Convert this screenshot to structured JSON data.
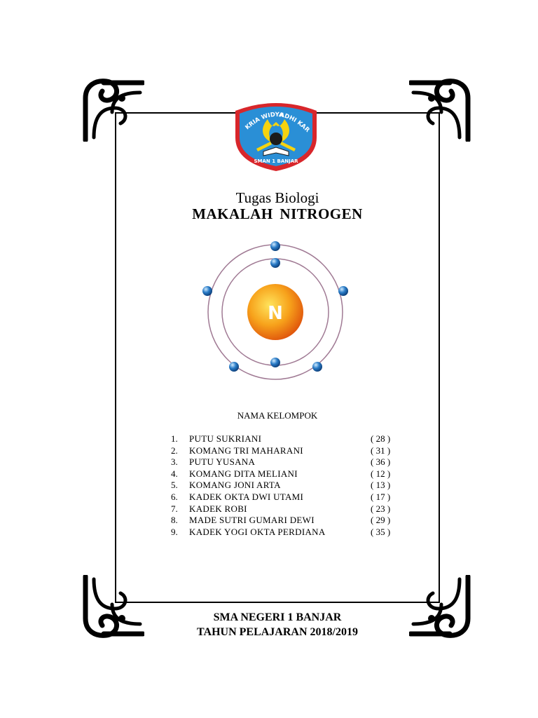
{
  "logo": {
    "motto_left": "KRIA WIDYA",
    "motto_right": "ADHI KARMITA",
    "school_label": "SMAN 1 BANJAR"
  },
  "cover": {
    "subject": "Tugas Biologi",
    "title": "MAKALAH  NITROGEN"
  },
  "atom": {
    "symbol": "N",
    "nucleus_color": "#f7a21b",
    "electron_color": "#2a7cc7"
  },
  "group": {
    "heading": "NAMA KELOMPOK",
    "members": [
      {
        "num": "1.",
        "name": "PUTU SUKRIANI",
        "absen": "( 28 )"
      },
      {
        "num": "2.",
        "name": "KOMANG TRI MAHARANI",
        "absen": "( 31 )"
      },
      {
        "num": "3.",
        "name": "PUTU YUSANA",
        "absen": "( 36 )"
      },
      {
        "num": "4.",
        "name": "KOMANG DITA MELIANI",
        "absen": "( 12 )"
      },
      {
        "num": "5.",
        "name": "KOMANG JONI ARTA",
        "absen": "( 13 )"
      },
      {
        "num": "6.",
        "name": "KADEK OKTA DWI UTAMI",
        "absen": "( 17 )"
      },
      {
        "num": "7.",
        "name": "KADEK ROBI",
        "absen": "( 23 )"
      },
      {
        "num": "8.",
        "name": "MADE SUTRI GUMARI DEWI",
        "absen": "( 29 )"
      },
      {
        "num": "9.",
        "name": "KADEK YOGI OKTA PERDIANA",
        "absen": "( 35 )"
      }
    ]
  },
  "footer": {
    "school": "SMA NEGERI 1 BANJAR",
    "year": "TAHUN PELAJARAN 2018/2019"
  }
}
